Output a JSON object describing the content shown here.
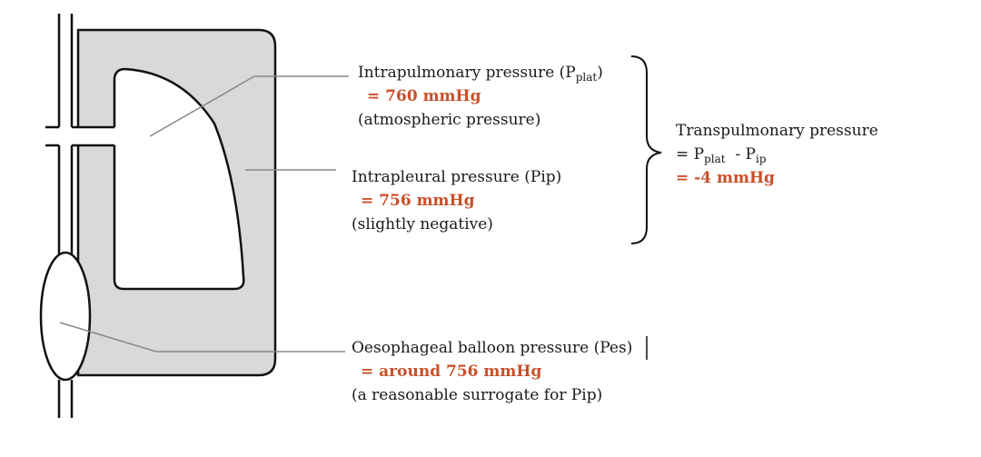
{
  "labels": {
    "intrapulmonary": {
      "title": "Intrapulmonary pressure (P",
      "title_sub": "plat",
      "title_end": ")",
      "value": "= 760 mmHg",
      "note": "(atmospheric pressure)"
    },
    "intrapleural": {
      "title": "Intrapleural pressure (Pip)",
      "value": "= 756 mmHg",
      "note": "(slightly negative)"
    },
    "oesophageal": {
      "title": "Oesophageal balloon pressure (Pes)",
      "value": "= around 756 mmHg",
      "note": "(a reasonable surrogate for Pip)"
    },
    "transpulmonary": {
      "title": "Transpulmonary pressure",
      "formula_prefix": "= P",
      "formula_sub1": "plat",
      "formula_mid": "  - P",
      "formula_sub2": "ip",
      "value": "= -4 mmHg"
    }
  },
  "colors": {
    "value_text": "#c9502a",
    "chest_fill": "#d9d9d9",
    "outline": "#111111",
    "leader_line": "#888888"
  }
}
